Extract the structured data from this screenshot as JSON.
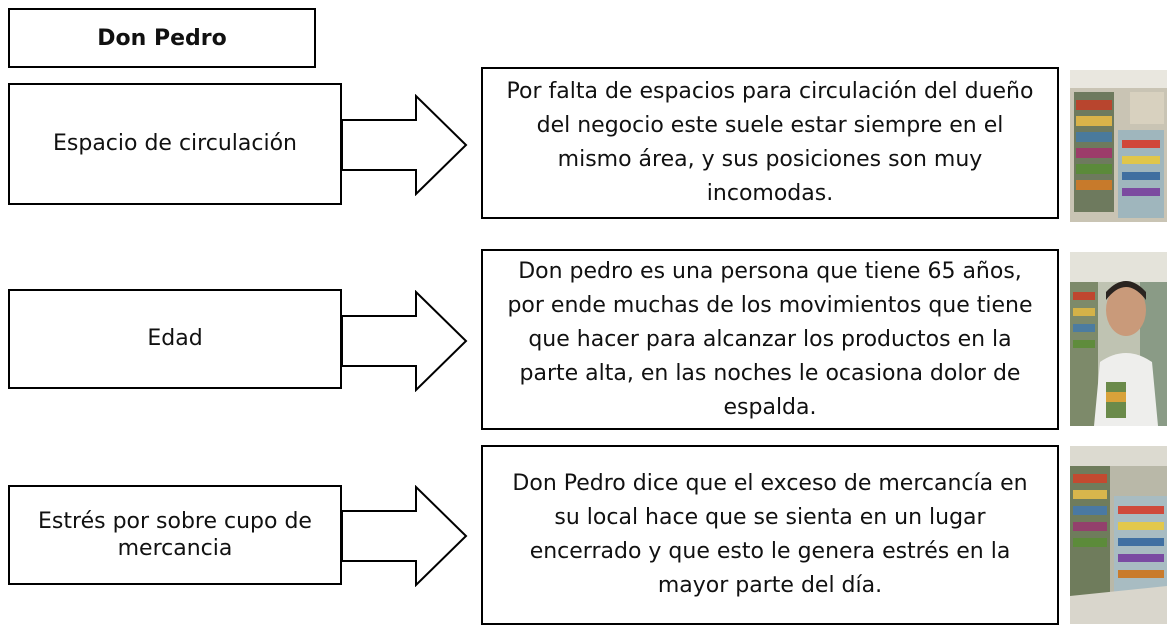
{
  "title": "Don Pedro",
  "rows": [
    {
      "label": "Espacio de circulación",
      "description": "Por falta de espacios para circulación del dueño del negocio este suele estar siempre en el mismo área, y sus posiciones son muy incomodas.",
      "photo_icon": "store-shelves-photo"
    },
    {
      "label": "Edad",
      "description": "Don pedro es una persona que tiene 65 años, por ende muchas de los movimientos que tiene que hacer para alcanzar los productos en la parte alta, en las noches le ocasiona dolor de espalda.",
      "photo_icon": "shopkeeper-portrait-photo"
    },
    {
      "label": "Estrés por sobre cupo de mercancia",
      "description": "Don Pedro dice que el exceso de mercancía en su local hace que se sienta en un lugar encerrado y que esto le genera estrés en la mayor parte del día.",
      "photo_icon": "store-aisle-photo"
    }
  ],
  "colors": {
    "border": "#000000",
    "background": "#ffffff",
    "arrow_fill": "#ffffff"
  }
}
